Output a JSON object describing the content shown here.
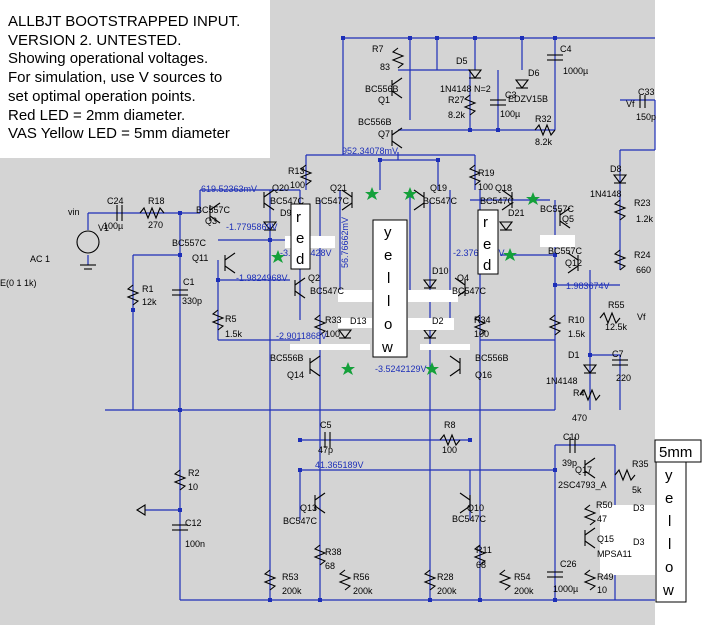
{
  "note_lines": [
    "ALLBJT BOOTSTRAPPED INPUT.",
    "VERSION 2. UNTESTED.",
    "Showing operational voltages.",
    "For simulation, use V sources to",
    "set optimal operation points.",
    "Red LED = 2mm diameter.",
    "VAS Yellow LED = 5mm diameter"
  ],
  "components": {
    "R7": "R7",
    "R7_val": "83",
    "Q1": "Q1",
    "Q1_type": "BC556B",
    "Q7": "Q7",
    "Q7_type": "BC556B",
    "D5": "D5",
    "D5_type": "1N4148 N=2",
    "R27": "R27",
    "R27_val": "8.2k",
    "C3": "C3",
    "C3_val": "100µ",
    "D6": "D6",
    "D6_type": "EDZV15B",
    "C4": "C4",
    "C4_val": "1000µ",
    "R32": "R32",
    "R32_val": "8.2k",
    "C33": "C33",
    "C33_val": "150p",
    "vf_top": "Vf",
    "R13": "R13",
    "R13_val": "100",
    "Q20": "Q20",
    "Q20_type": "BC547C",
    "Q21": "Q21",
    "Q21_type": "BC547C",
    "Q19": "Q19",
    "Q19_type": "BC547C",
    "Q18": "Q18",
    "Q18_type": "BC547C",
    "R19": "R19",
    "R19_val": "100",
    "D8": "D8",
    "D8_type": "1N4148",
    "R23": "R23",
    "R23_val": "1.2k",
    "R24": "R24",
    "R24_val": "660",
    "vin": "vin",
    "C24": "C24",
    "C24_val": "100µ",
    "R18": "R18",
    "R18_val": "270",
    "V1": "V1",
    "ac": "AC 1",
    "e_label": "E(0 1 1k)",
    "Q3": "Q3",
    "Q3_type": "BC557C",
    "Q11": "Q11",
    "Q11_type": "BC557C",
    "D9": "D9",
    "Q5": "Q5",
    "Q5_type": "BC557C",
    "Q12": "Q12",
    "Q12_type": "BC557C",
    "D21": "D21",
    "R1": "R1",
    "R1_val": "12k",
    "C1": "C1",
    "C1_val": "330p",
    "Q2": "Q2",
    "Q2_type": "BC547C",
    "Q4": "Q4",
    "Q4_type": "BC547C",
    "D10": "D10",
    "R55": "R55",
    "R55_val": "12.5k",
    "vf_mid": "Vf",
    "R5": "R5",
    "R5_val": "1.5k",
    "R33": "R33",
    "R33_val": "100",
    "D13": "D13",
    "D2": "D2",
    "R34": "R34",
    "R34_val": "100",
    "R10": "R10",
    "R10_val": "1.5k",
    "D1": "D1",
    "D1_type": "1N4148",
    "C7": "C7",
    "C7_val": "220",
    "Q14": "Q14",
    "Q14_type": "BC556B",
    "Q16": "Q16",
    "Q16_type": "BC556B",
    "R4": "R4",
    "R4_val": "470",
    "C5": "C5",
    "C5_val": "47p",
    "R8": "R8",
    "R8_val": "100",
    "C10": "C10",
    "C10_val": "39p",
    "Q17": "Q17",
    "Q17_type": "2SC4793_A",
    "R35": "R35",
    "R35_val": "5k",
    "R2": "R2",
    "R2_val": "10",
    "C12": "C12",
    "C12_val": "100n",
    "Q13": "Q13",
    "Q13_type": "BC547C",
    "Q10": "Q10",
    "Q10_type": "BC547C",
    "R50": "R50",
    "R50_val": "47",
    "D3a": "D3",
    "D3b": "D3",
    "Q15": "Q15",
    "Q15_type": "MPSA11",
    "R38": "R38",
    "R38_val": "68",
    "R11": "R11",
    "R11_val": "68",
    "C26": "C26",
    "C26_val": "1000µ",
    "R49": "R49",
    "R49_val": "10",
    "R53": "R53",
    "R53_val": "200k",
    "R56": "R56",
    "R56_val": "200k",
    "R28": "R28",
    "R28_val": "200k",
    "R54": "R54",
    "R54_val": "200k"
  },
  "voltages": {
    "v1": "952.34078mV",
    "v2": "619.52363mV",
    "v3": "-1.7795869V",
    "v4": "-3.3955428V",
    "v5": "-1.9824968V",
    "v6": "56.76662mV",
    "v7": "-2.3760593V",
    "v8": "1.983674V",
    "v9": "-2.9011868V",
    "v10": "-3.5242129V",
    "v11": "41.365189V"
  },
  "overlays": {
    "red_left": [
      "r",
      "e",
      "d"
    ],
    "red_right": [
      "r",
      "e",
      "d"
    ],
    "yellow_mid": [
      "y",
      "e",
      "l",
      "l",
      "o",
      "w"
    ],
    "size_5mm": "5mm",
    "yellow_right": [
      "y",
      "e",
      "l",
      "l",
      "o",
      "w"
    ]
  },
  "colors": {
    "background": "#d4d4d4",
    "wire": "#1d2fb8",
    "component": "#000000",
    "voltage_text": "#1d2fb8",
    "marker_star": "#14a03a"
  }
}
